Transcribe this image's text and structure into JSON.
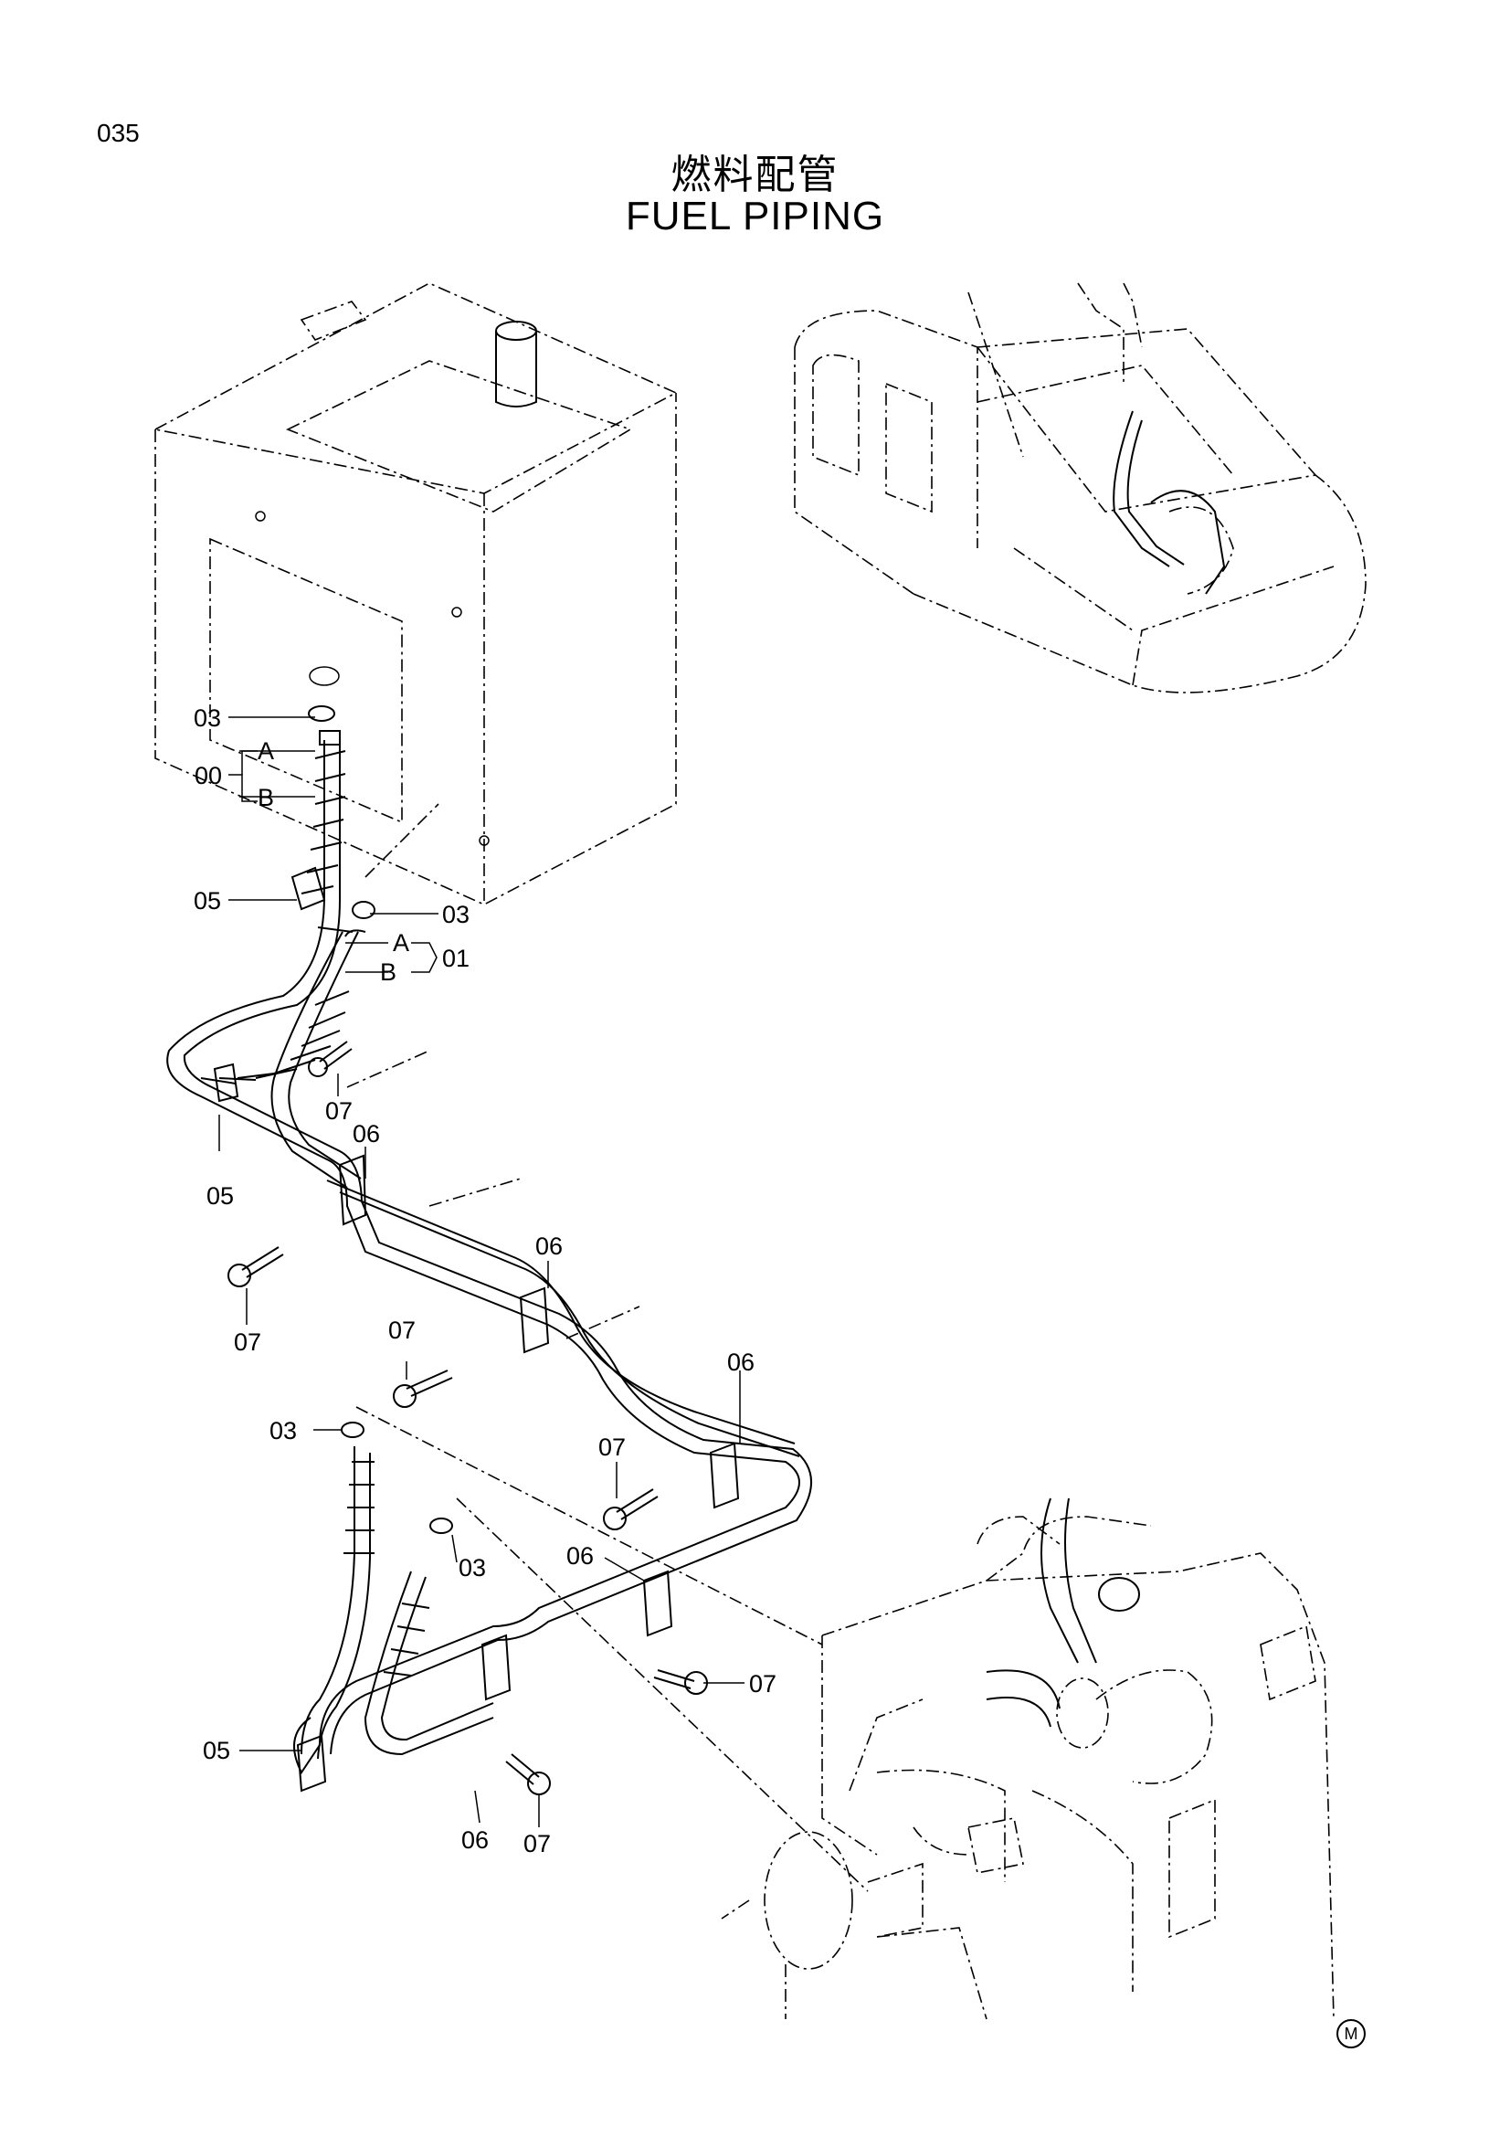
{
  "page": {
    "number": "035"
  },
  "title": {
    "japanese": "燃料配管",
    "english": "FUEL PIPING"
  },
  "callouts": [
    {
      "id": "c1",
      "text": "03"
    },
    {
      "id": "c2",
      "text": "A"
    },
    {
      "id": "c3",
      "text": "00"
    },
    {
      "id": "c4",
      "text": "B"
    },
    {
      "id": "c5",
      "text": "05"
    },
    {
      "id": "c6",
      "text": "03"
    },
    {
      "id": "c7",
      "text": "A"
    },
    {
      "id": "c8",
      "text": "01"
    },
    {
      "id": "c9",
      "text": "B"
    },
    {
      "id": "c10",
      "text": "07"
    },
    {
      "id": "c11",
      "text": "06"
    },
    {
      "id": "c12",
      "text": "05"
    },
    {
      "id": "c13",
      "text": "07"
    },
    {
      "id": "c14",
      "text": "06"
    },
    {
      "id": "c15",
      "text": "07"
    },
    {
      "id": "c16",
      "text": "06"
    },
    {
      "id": "c17",
      "text": "03"
    },
    {
      "id": "c18",
      "text": "07"
    },
    {
      "id": "c19",
      "text": "03"
    },
    {
      "id": "c20",
      "text": "06"
    },
    {
      "id": "c21",
      "text": "07"
    },
    {
      "id": "c22",
      "text": "05"
    },
    {
      "id": "c23",
      "text": "06"
    },
    {
      "id": "c24",
      "text": "07"
    }
  ],
  "footer": {
    "mark": "M"
  },
  "icons": [
    "fuel-tank-drawing",
    "excavator-overview-drawing",
    "engine-drawing",
    "fuel-hose-drawing",
    "bolt-icon",
    "clamp-icon"
  ]
}
